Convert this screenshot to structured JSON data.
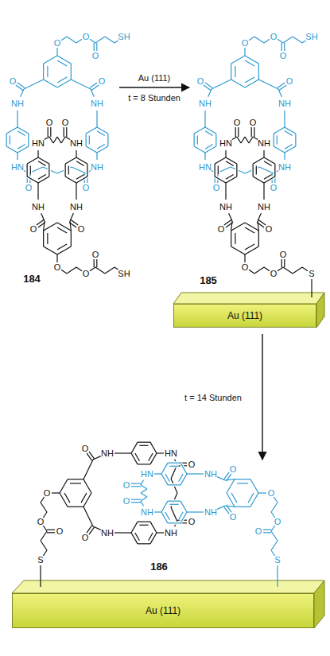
{
  "diagram": {
    "nodes": [
      {
        "text": [
          "Au (111)"
        ]
      },
      {
        "text": [
          "Au (111)"
        ]
      }
    ],
    "labels": [
      "O",
      "O",
      "O",
      "SH",
      "O",
      "O",
      "NH",
      "NH",
      "HN",
      "NH",
      "O",
      "O",
      "O",
      "O",
      "O",
      "SH",
      "O",
      "O",
      "NH",
      "NH",
      "HN",
      "NH",
      "O",
      "O",
      "O",
      "O",
      "O",
      "SH",
      "O",
      "O",
      "NH",
      "NH",
      "HN",
      "NH",
      "O",
      "O",
      "O",
      "O",
      "O",
      "S",
      "O",
      "O",
      "NH",
      "NH",
      "HN",
      "NH",
      "O",
      "O",
      "O",
      "O",
      "O",
      "S",
      "O",
      "O",
      "NH",
      "NH",
      "HN",
      "NH",
      "O",
      "O",
      "O",
      "O",
      "O",
      "S",
      "O",
      "O",
      "NH",
      "NH",
      "HN",
      "NH",
      "O",
      "O",
      "Au (111)",
      "t = 8 Stunden",
      "t = 14 Stunden",
      "184",
      "185",
      "186"
    ]
  }
}
